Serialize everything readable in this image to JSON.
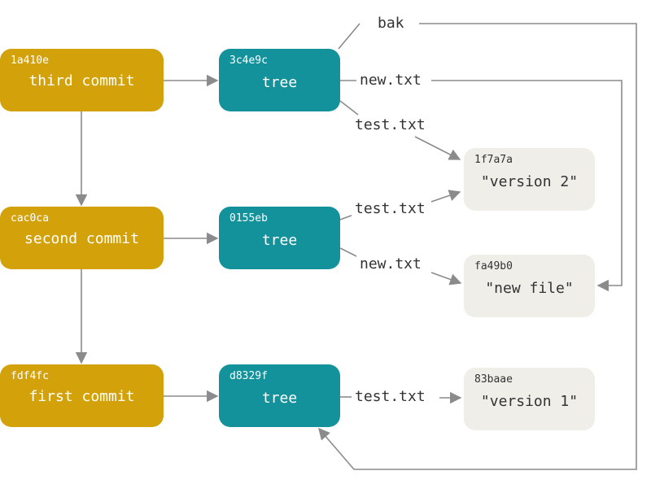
{
  "colors": {
    "commit": "#d3a20a",
    "tree": "#13929b",
    "blob": "#efeee9",
    "arrow": "#8b8b8b"
  },
  "commits": [
    {
      "hash": "1a410e",
      "label": "third commit"
    },
    {
      "hash": "cac0ca",
      "label": "second commit"
    },
    {
      "hash": "fdf4fc",
      "label": "first commit"
    }
  ],
  "trees": [
    {
      "hash": "3c4e9c",
      "label": "tree"
    },
    {
      "hash": "0155eb",
      "label": "tree"
    },
    {
      "hash": "d8329f",
      "label": "tree"
    }
  ],
  "blobs": [
    {
      "hash": "1f7a7a",
      "label": "\"version 2\""
    },
    {
      "hash": "fa49b0",
      "label": "\"new file\""
    },
    {
      "hash": "83baae",
      "label": "\"version 1\""
    }
  ],
  "edge_labels": {
    "bak": "bak",
    "new_txt_3": "new.txt",
    "test_txt_3": "test.txt",
    "test_txt_2": "test.txt",
    "new_txt_2": "new.txt",
    "test_txt_1": "test.txt"
  }
}
